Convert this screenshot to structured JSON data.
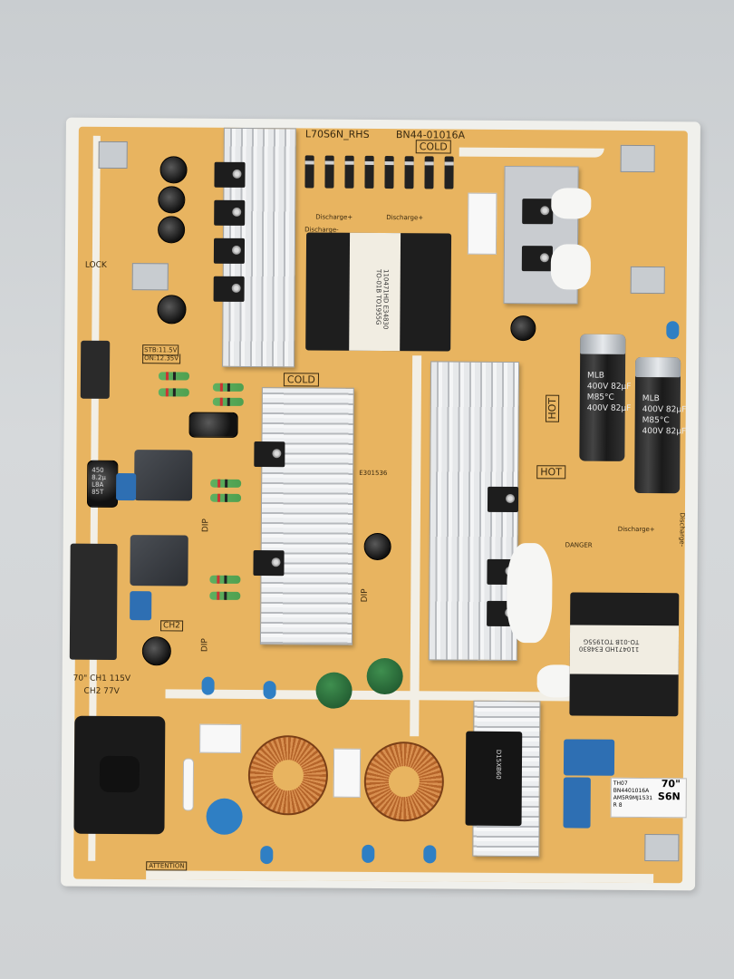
{
  "board": {
    "model_label": "L70S6N_RHS",
    "part_label": "BN44-01016A",
    "cold_label_top": "COLD",
    "cold_label_mid": "COLD",
    "hot_label_1": "HOT",
    "hot_label_2": "HOT",
    "discharge_labels": [
      "Discharge+",
      "Discharge+",
      "Discharge-",
      "Discharge+",
      "Discharge-"
    ],
    "lock_label": "LOCK",
    "stb_label": "STB:11.5V",
    "on_label": "ON:12.35V",
    "ch1_label": "70\" CH1 115V",
    "ch2_label": "CH2 77V",
    "ch2_box": "CH2",
    "dip_labels": [
      "DIP",
      "DIP",
      "DIP"
    ],
    "attention_label": "ATTENTION",
    "danger_label": "DANGER",
    "ul_label": "E301536"
  },
  "components": {
    "transformer_1_text": "110471HD E34830\nTO-01B TO1955G",
    "transformer_2_text": "110471HD E34830\nTO-01B TO1955G",
    "big_cap_text": "MLB\n400V 82µF\nM85°C\n400V 82µF",
    "small_cap_text": "450\n8.2µ\nL8A\n85T",
    "bridge_text": "D15XB60"
  },
  "sticker": {
    "line1": "TH07",
    "line2": "BN4401016A",
    "line3": "AM5R9MJ1531",
    "line4": "R 8",
    "size": "70\"",
    "series": "S6N"
  },
  "colors": {
    "pcb": "#e8b460",
    "silkscreen": "#f2efe6",
    "heatsink": "#d8dadc",
    "copper": "#c0722f"
  }
}
